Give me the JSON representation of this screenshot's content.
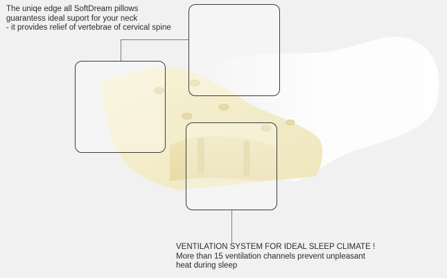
{
  "top_note": {
    "line1": "The uniqe edge all SoftDream pillows",
    "line2": "guarantess ideal suport for your neck",
    "line3": "- it provides relief of vertebrae of cervical spine"
  },
  "bottom_note": {
    "line1": "VENTILATION SYSTEM FOR IDEAL SLEEP CLIMATE !",
    "line2": "More than 15 ventilation channels prevent unpleasant",
    "line3": "heat during sleep"
  },
  "colors": {
    "background": "#f1f1f1",
    "pillow_foam": "#f5eecb",
    "pillow_cover": "#ffffff",
    "callout_border": "#3a3a3a",
    "text": "#2a2a2a"
  }
}
